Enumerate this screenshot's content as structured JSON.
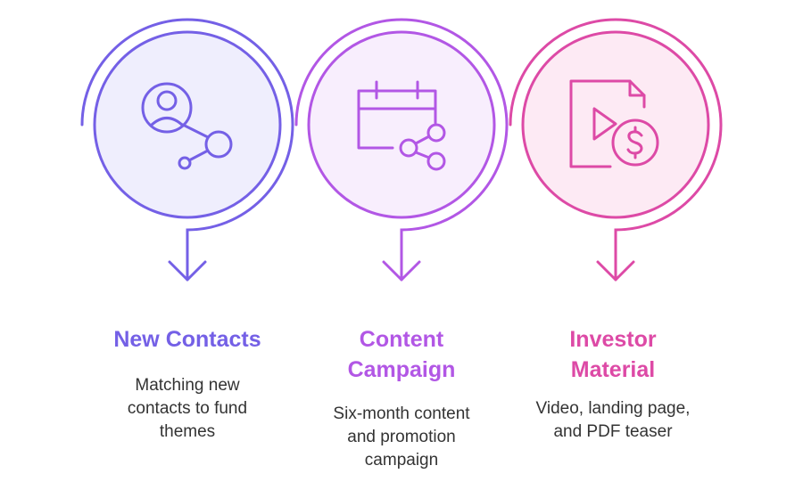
{
  "steps": [
    {
      "title_line1": "New Contacts",
      "title_line2": "",
      "desc_lines": [
        "Matching new",
        "contacts to fund",
        "themes"
      ],
      "icon": "user-network-icon",
      "color": "#7460E6",
      "fill": "#EFEEFD"
    },
    {
      "title_line1": "Content",
      "title_line2": "Campaign",
      "desc_lines": [
        "Six-month content",
        "and promotion",
        "campaign"
      ],
      "icon": "calendar-share-icon",
      "color": "#B257E5",
      "fill": "#F8EEFD"
    },
    {
      "title_line1": "Investor",
      "title_line2": "Material",
      "desc_lines": [
        "Video, landing page,",
        "and PDF teaser"
      ],
      "icon": "video-document-dollar-icon",
      "color": "#DD4AA6",
      "fill": "#FDEAF4"
    }
  ]
}
